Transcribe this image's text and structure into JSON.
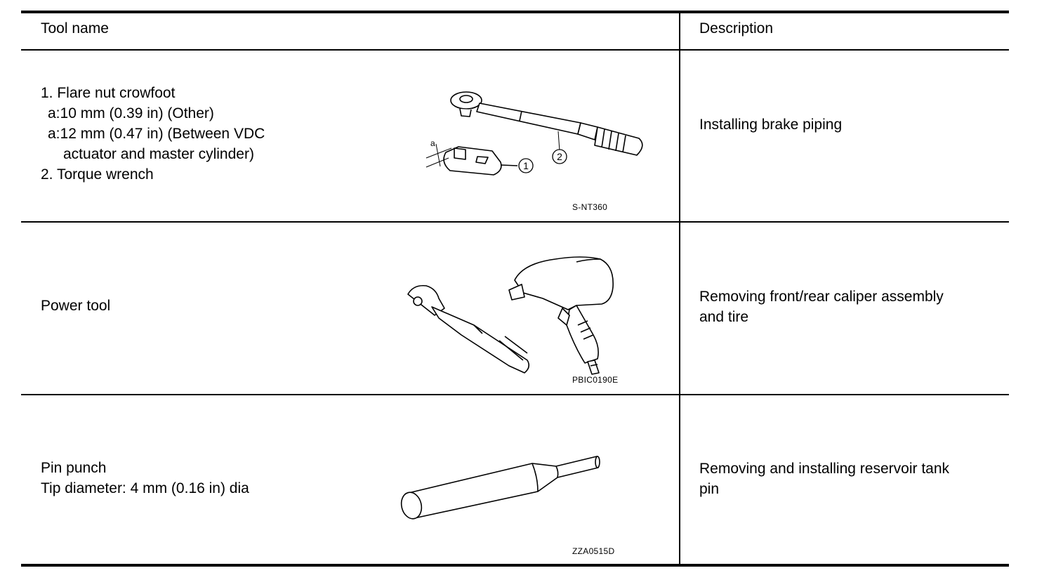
{
  "header": {
    "col1": "Tool name",
    "col2": "Description"
  },
  "rows": [
    {
      "tool_lines": [
        "1. Flare nut crowfoot",
        "a:10 mm (0.39 in) (Other)",
        "a:12 mm (0.47 in) (Between VDC",
        "actuator and master cylinder)",
        "2. Torque wrench"
      ],
      "figure_code": "S-NT360",
      "callouts": [
        "a",
        "1",
        "2"
      ],
      "description_lines": [
        "Installing brake piping"
      ]
    },
    {
      "tool_lines": [
        "Power tool"
      ],
      "figure_code": "PBIC0190E",
      "description_lines": [
        "Removing front/rear caliper assembly",
        "and tire"
      ]
    },
    {
      "tool_lines": [
        "Pin punch",
        "Tip diameter: 4 mm (0.16 in) dia"
      ],
      "figure_code": "ZZA0515D",
      "description_lines": [
        "Removing and installing reservoir tank",
        "pin"
      ]
    }
  ]
}
